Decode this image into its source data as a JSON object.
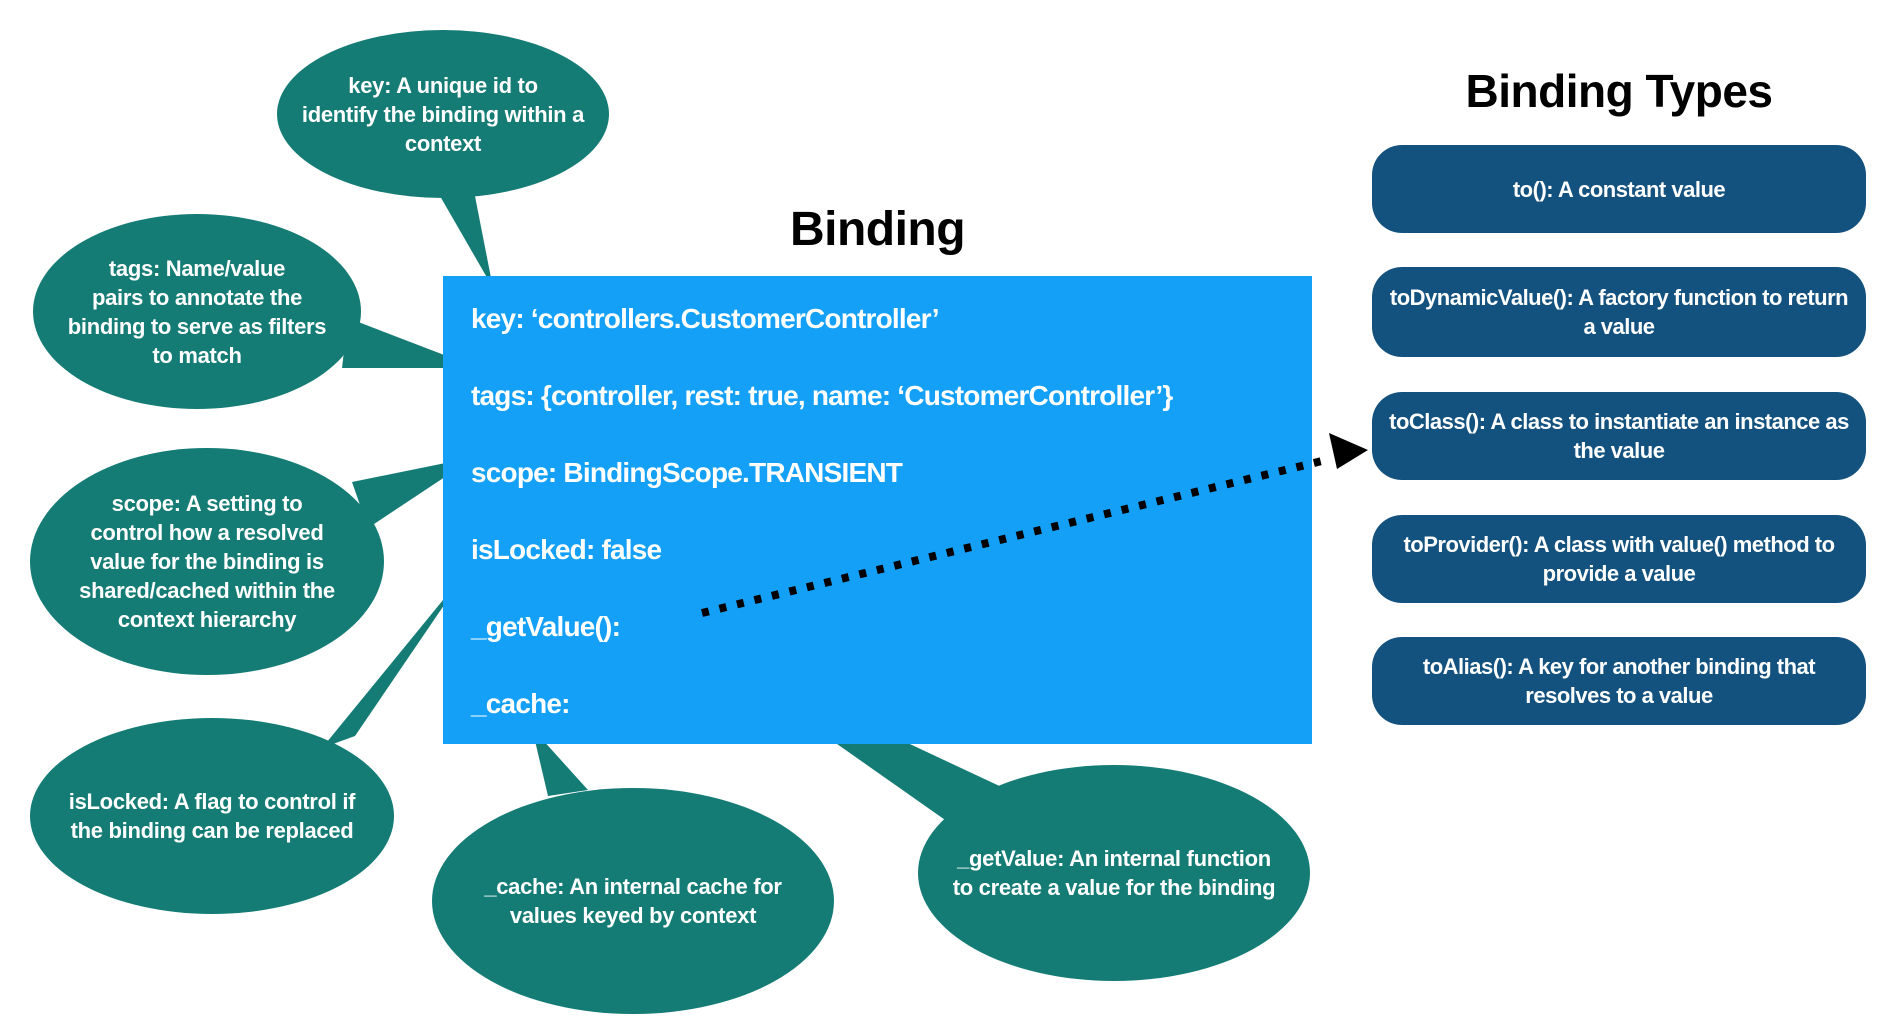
{
  "colors": {
    "callout_teal": "#157C75",
    "binding_blue": "#14A0F7",
    "type_navy": "#13517E",
    "text_light": "#FFFFFF",
    "text_dark": "#000000"
  },
  "binding": {
    "title": "Binding",
    "fields": [
      "key: ‘controllers.CustomerController’",
      "tags: {controller, rest: true, name: ‘CustomerController’}",
      "scope: BindingScope.TRANSIENT",
      "isLocked: false",
      "_getValue():",
      "_cache:"
    ]
  },
  "binding_types": {
    "title": "Binding Types",
    "items": [
      "to(): A constant value",
      "toDynamicValue(): A factory function to return a value",
      "toClass(): A class to instantiate an instance as the value",
      "toProvider(): A class with value() method to provide a value",
      "toAlias(): A key for another binding that resolves to a value"
    ]
  },
  "callouts": {
    "key": {
      "lines": [
        "key: A unique id to",
        "identify the binding within a",
        "context"
      ]
    },
    "tags": {
      "lines": [
        "tags: Name/value",
        "pairs to annotate the",
        "binding to serve as filters",
        "to match"
      ]
    },
    "scope": {
      "lines": [
        "scope: A setting to",
        "control how a resolved",
        "value for the binding is",
        "shared/cached within the",
        "context hierarchy"
      ]
    },
    "islocked": {
      "lines": [
        "isLocked: A flag to control if",
        "the binding can be replaced"
      ]
    },
    "cache": {
      "lines": [
        "_cache: An internal cache for",
        "values keyed by context"
      ]
    },
    "getvalue": {
      "lines": [
        "_getValue: An internal function",
        "to create a value for the binding"
      ]
    }
  },
  "arrow": {
    "from": "_getValue():",
    "to": "toClass()"
  }
}
